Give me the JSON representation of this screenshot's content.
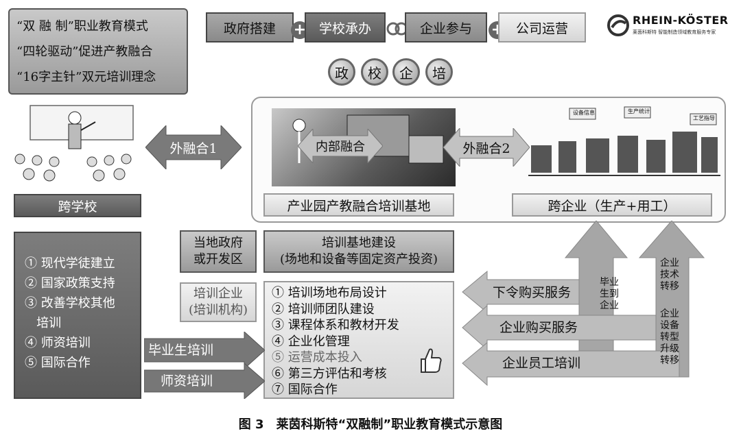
{
  "model_box": {
    "lines": [
      "“双 融 制”职业教育模式",
      "“四轮驱动”促进产教融合",
      "“16字主针”双元培训理念"
    ]
  },
  "top_row": {
    "gov": "政府搭建",
    "school": "学校承办",
    "enterprise": "企业参与",
    "company": "公司运营"
  },
  "circles": [
    "政",
    "校",
    "企",
    "培"
  ],
  "logo": {
    "name": "RHEIN-KÖSTER",
    "tagline": "莱茵科斯特 智能制造领域教育服务专家"
  },
  "arrows": {
    "outer1": "外融合1",
    "inner": "内部融合",
    "outer2": "外融合2",
    "graduate_training": "毕业生培训",
    "teacher_training": "师资培训",
    "order_service": "下令购买服务",
    "purchase_service": "企业购买服务",
    "staff_training": "企业员工培训"
  },
  "labels": {
    "cross_school": "跨学校",
    "park_base": "产业园产教融合培训基地",
    "cross_enterprise": "跨企业（生产+用工）",
    "local_gov": "当地政府\n或开发区",
    "base_construction": "培训基地建设\n(场地和设备等固定资产投资)",
    "training_enterprise": "培训企业\n(培训机构)",
    "grad_to_enterprise": "毕业\n生到\n企业",
    "tech_transfer": "企业\n技术\n转移",
    "equipment_upgrade": "企业\n设备\n转型\n升级\n转移"
  },
  "left_list": {
    "items": [
      "① 现代学徒建立",
      "② 国家政策支持",
      "③ 改善学校其他",
      "   培训",
      "④ 师资培训",
      "⑤ 国际合作"
    ]
  },
  "center_list": {
    "items": [
      "① 培训场地布局设计",
      "② 培训师团队建设",
      "③ 课程体系和教材开发",
      "④ 企业化管理",
      "⑤ 运营成本投入",
      "⑥ 第三方评估和考核",
      "⑦ 国际合作"
    ]
  },
  "illustration_labels": [
    "设备信息",
    "生产统计",
    "工艺指导"
  ],
  "caption": {
    "figure": "图 3",
    "text": "莱茵科斯特“双融制”职业教育模式示意图"
  },
  "colors": {
    "dark_box": "#666666",
    "light_box": "#e6e6e6",
    "arrow_gray": "#9a9a9a"
  }
}
